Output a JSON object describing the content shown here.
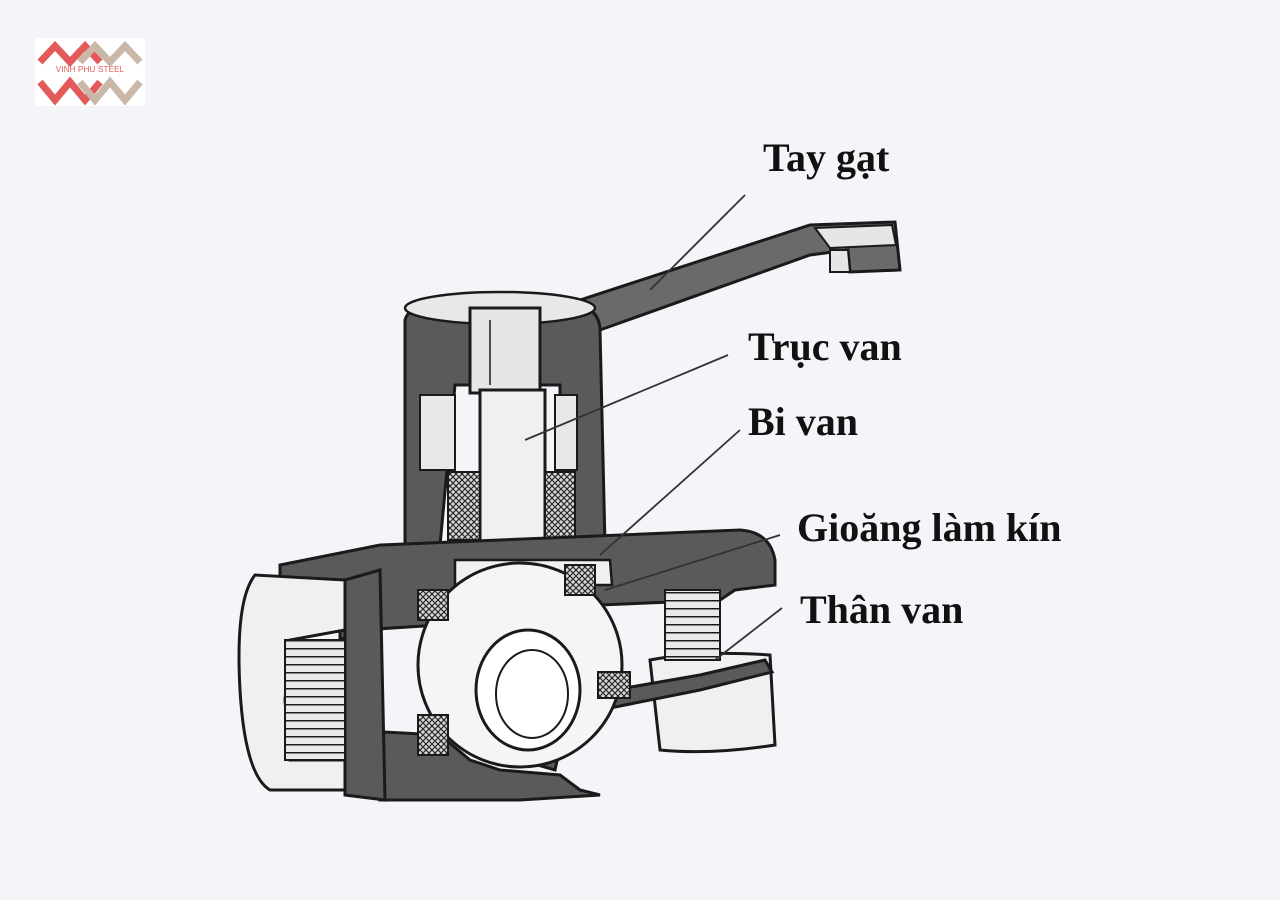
{
  "logo": {
    "brand_text": "VINH PHU STEEL",
    "primary_color": "#e35a5a",
    "secondary_color": "#c9b7a7"
  },
  "diagram": {
    "labels": {
      "handle": "Tay gạt",
      "stem": "Trục van",
      "ball": "Bi van",
      "seal": "Gioăng làm kín",
      "body": "Thân van"
    },
    "colors": {
      "casting": "#5a5a5a",
      "outline": "#1a1a1a",
      "seal_hatch": "#2a2a2a",
      "background": "#f3f5f9"
    }
  }
}
